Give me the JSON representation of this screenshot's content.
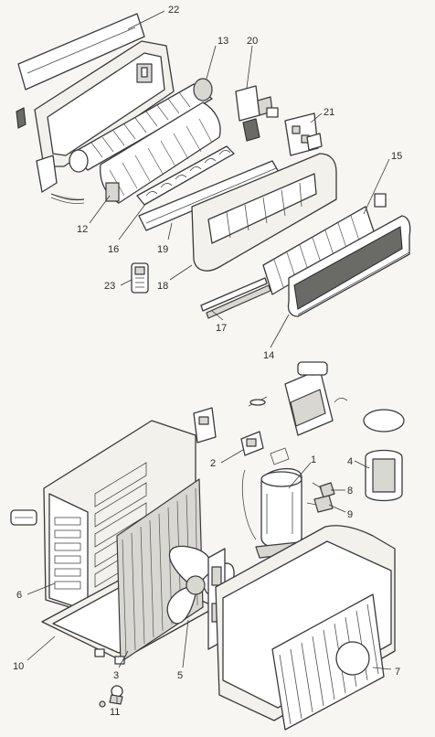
{
  "diagram": {
    "labels": [
      {
        "id": "p22",
        "text": "22"
      },
      {
        "id": "p13",
        "text": "13"
      },
      {
        "id": "p20",
        "text": "20"
      },
      {
        "id": "p21",
        "text": "21"
      },
      {
        "id": "p15",
        "text": "15"
      },
      {
        "id": "p12",
        "text": "12"
      },
      {
        "id": "p16",
        "text": "16"
      },
      {
        "id": "p19",
        "text": "19"
      },
      {
        "id": "p23",
        "text": "23"
      },
      {
        "id": "p18",
        "text": "18"
      },
      {
        "id": "p17",
        "text": "17"
      },
      {
        "id": "p14",
        "text": "14"
      },
      {
        "id": "p2",
        "text": "2"
      },
      {
        "id": "p1",
        "text": "1"
      },
      {
        "id": "p4",
        "text": "4"
      },
      {
        "id": "p8",
        "text": "8"
      },
      {
        "id": "p9",
        "text": "9"
      },
      {
        "id": "p6",
        "text": "6"
      },
      {
        "id": "p3",
        "text": "3"
      },
      {
        "id": "p5",
        "text": "5"
      },
      {
        "id": "p7",
        "text": "7"
      },
      {
        "id": "p10",
        "text": "10"
      },
      {
        "id": "p11",
        "text": "11"
      }
    ]
  }
}
